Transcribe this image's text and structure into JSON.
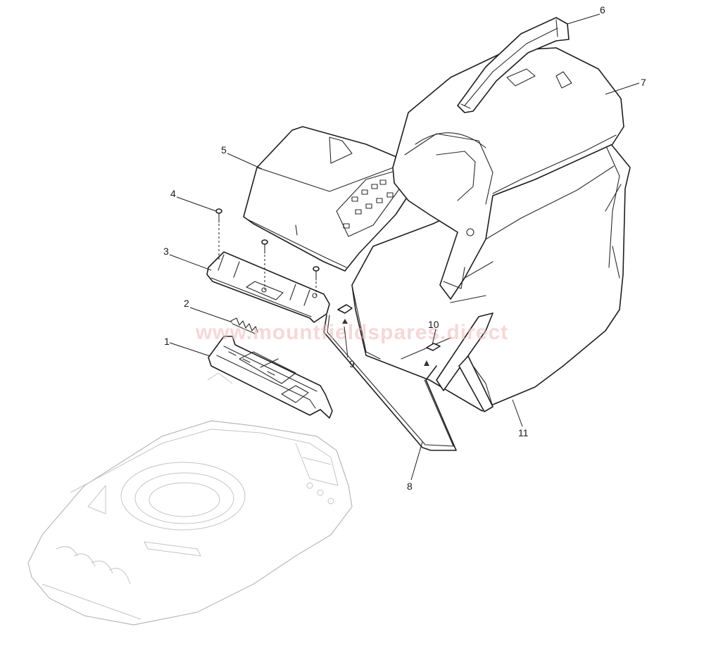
{
  "watermark": "www.mountfieldspares.direct",
  "callouts": [
    {
      "id": "c1",
      "label": "1"
    },
    {
      "id": "c2",
      "label": "2"
    },
    {
      "id": "c3",
      "label": "3"
    },
    {
      "id": "c4",
      "label": "4"
    },
    {
      "id": "c5",
      "label": "5"
    },
    {
      "id": "c6",
      "label": "6"
    },
    {
      "id": "c7",
      "label": "7"
    },
    {
      "id": "c8",
      "label": "8"
    },
    {
      "id": "c9",
      "label": "9"
    },
    {
      "id": "c10",
      "label": "10"
    },
    {
      "id": "c11",
      "label": "11"
    }
  ]
}
